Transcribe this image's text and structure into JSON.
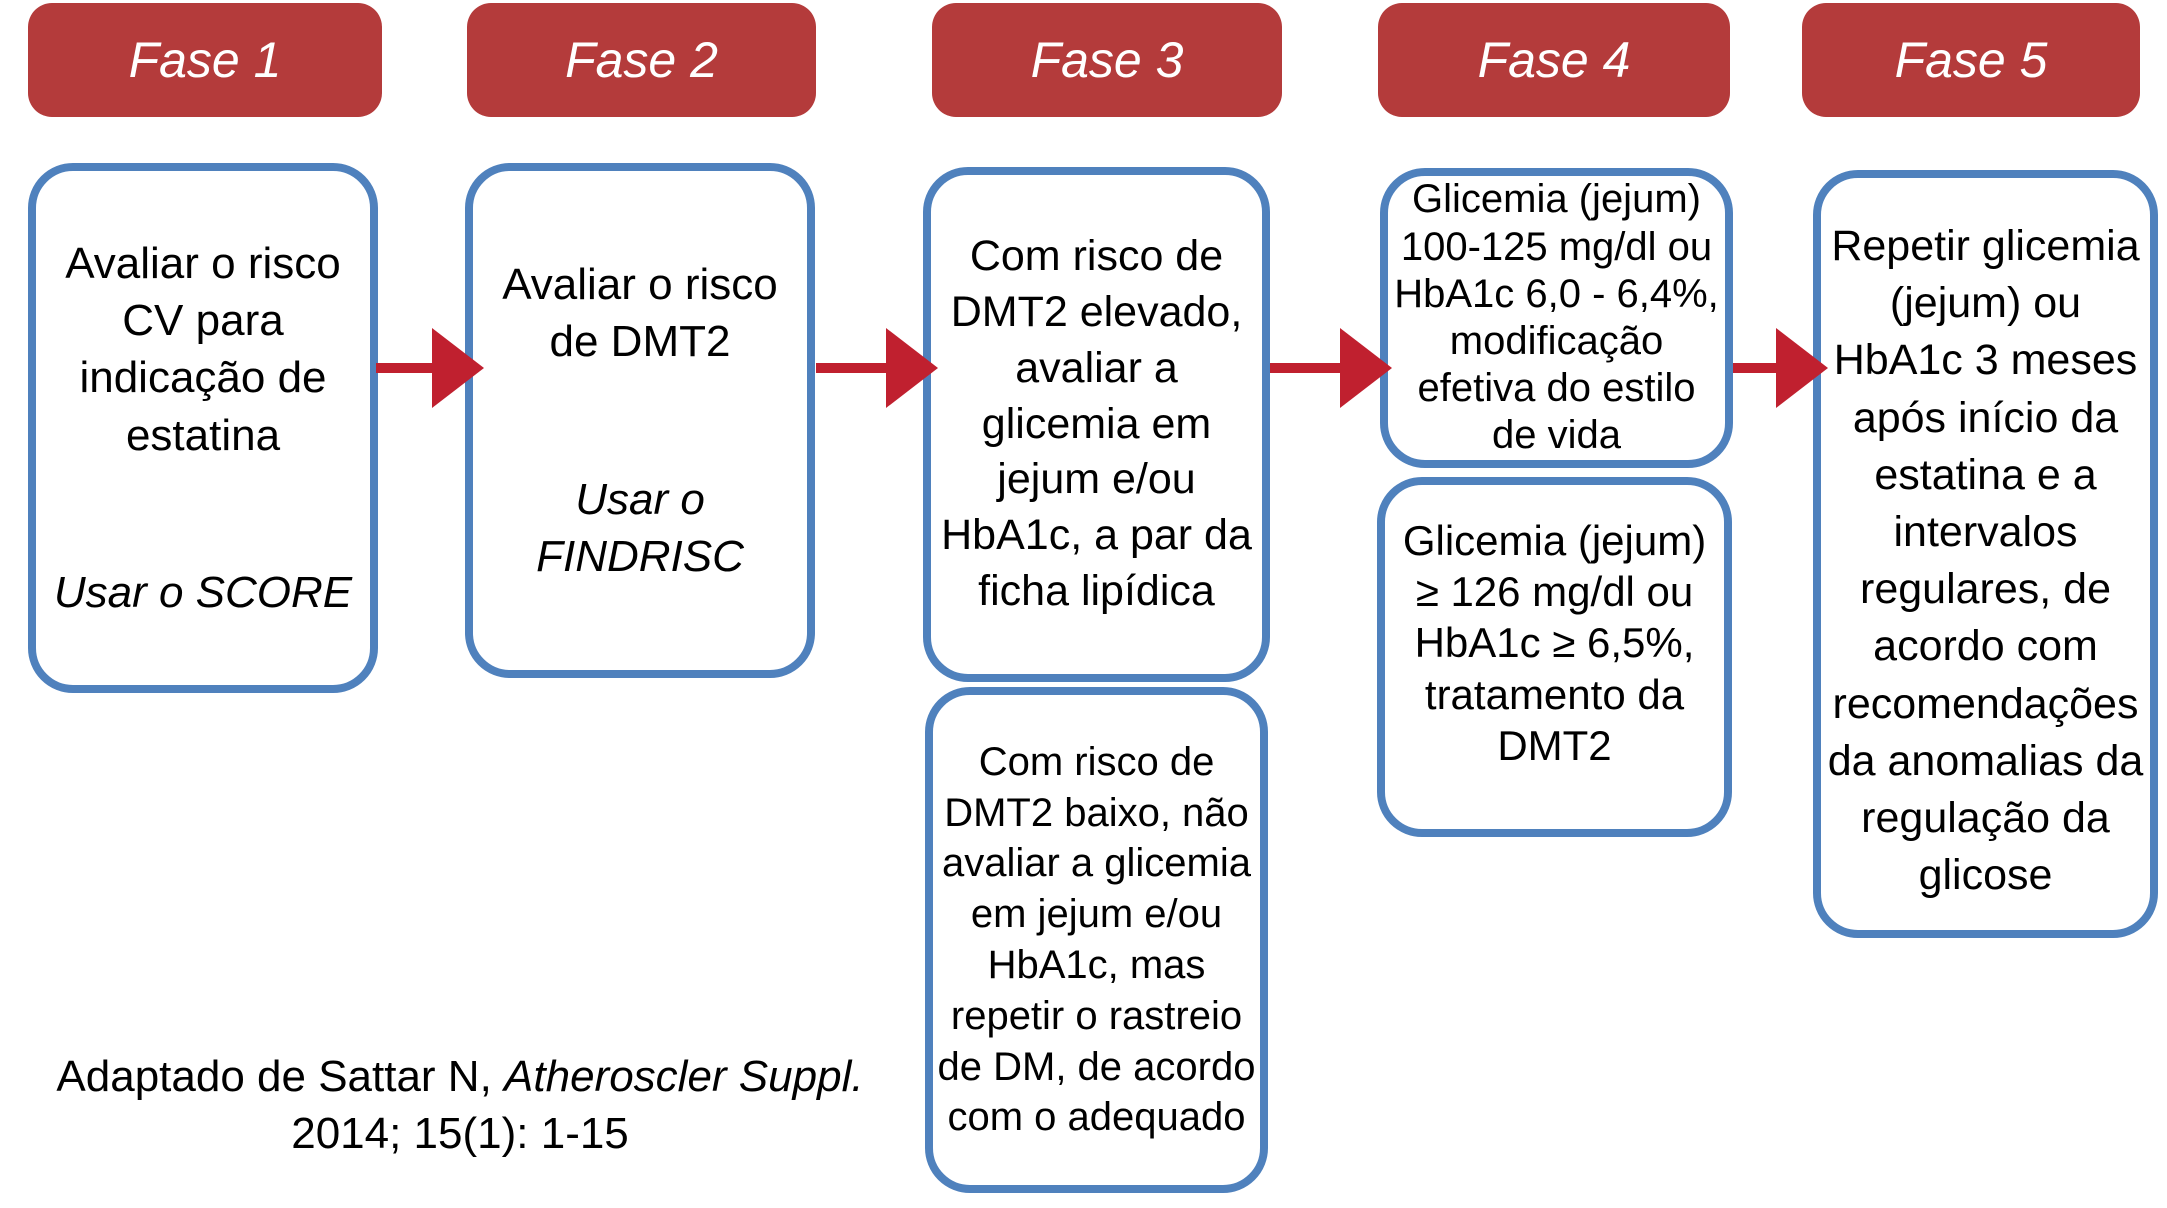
{
  "colors": {
    "header_red": "#b43b3b",
    "arrow_red": "#c0202f",
    "box_border_blue": "#4f81bd",
    "text_black": "#000000",
    "background": "#ffffff"
  },
  "phases": [
    {
      "label": "Fase 1",
      "boxes": [
        {
          "text": "Avaliar o risco CV para indicação de estatina",
          "note": "Usar o SCORE"
        }
      ]
    },
    {
      "label": "Fase 2",
      "boxes": [
        {
          "text": "Avaliar o risco de DMT2",
          "note": "Usar o FINDRISC"
        }
      ]
    },
    {
      "label": "Fase 3",
      "boxes": [
        {
          "text": "Com risco de DMT2 elevado, avaliar a glicemia em jejum e/ou HbA1c, a par da ficha lipídica"
        },
        {
          "text": "Com risco de DMT2 baixo, não avaliar a glicemia em jejum e/ou HbA1c, mas repetir o rastreio de DM, de acordo com o adequado"
        }
      ]
    },
    {
      "label": "Fase 4",
      "boxes": [
        {
          "text": "Glicemia (jejum) 100-125 mg/dl ou HbA1c 6,0 - 6,4%, modificação efetiva do estilo de vida"
        },
        {
          "text": "Glicemia (jejum) ≥ 126 mg/dl ou HbA1c ≥ 6,5%, tratamento da DMT2"
        }
      ]
    },
    {
      "label": "Fase 5",
      "boxes": [
        {
          "text": "Repetir glicemia (jejum) ou HbA1c 3 meses após início da estatina e a intervalos regulares, de acordo com recomendações da anomalias da regulação da glicose"
        }
      ]
    }
  ],
  "citation": {
    "prefix": "Adaptado de Sattar N, ",
    "journal_italic": "Atheroscler Suppl.",
    "line2": "2014; 15(1): 1-15"
  }
}
